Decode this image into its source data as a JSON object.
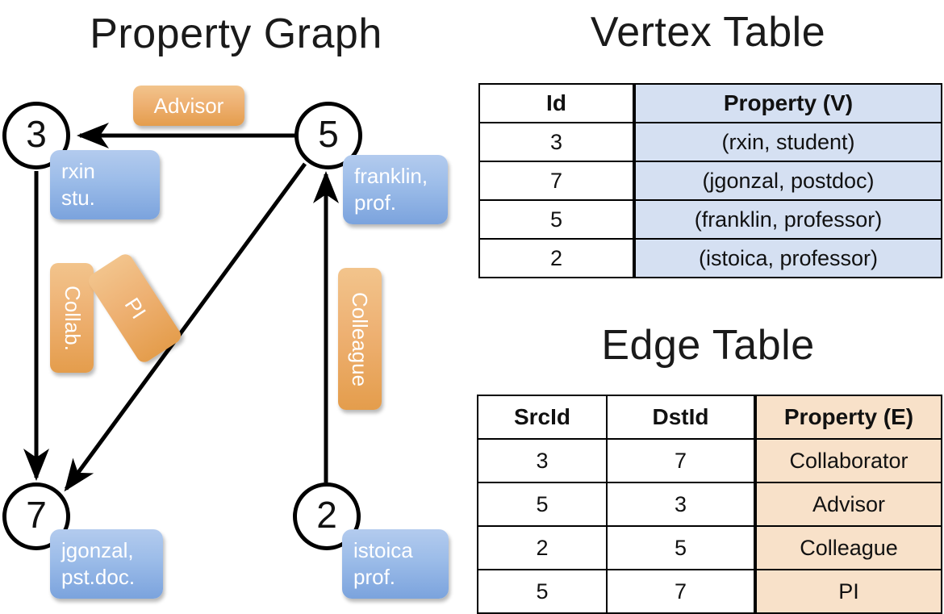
{
  "titles": {
    "graph": "Property Graph",
    "vertex_table": "Vertex Table",
    "edge_table": "Edge Table"
  },
  "colors": {
    "vertex_property_fill": "#d5e0f2",
    "edge_property_fill": "#f8e1c9",
    "callout_blue": "#9dbde9",
    "edge_label_orange": "#eeb173",
    "stroke": "#000000"
  },
  "graph": {
    "nodes": [
      {
        "id": "3",
        "property_line1": "rxin",
        "property_line2": "stu."
      },
      {
        "id": "5",
        "property_line1": "franklin,",
        "property_line2": "prof."
      },
      {
        "id": "7",
        "property_line1": "jgonzal,",
        "property_line2": "pst.doc."
      },
      {
        "id": "2",
        "property_line1": "istoica",
        "property_line2": "prof."
      }
    ],
    "edge_labels": [
      {
        "name": "advisor",
        "text": "Advisor"
      },
      {
        "name": "collab",
        "text": "Collab."
      },
      {
        "name": "pi",
        "text": "PI"
      },
      {
        "name": "colleague",
        "text": "Colleague"
      }
    ],
    "edges": [
      {
        "src": "5",
        "dst": "3",
        "label": "Advisor"
      },
      {
        "src": "3",
        "dst": "7",
        "label": "Collab."
      },
      {
        "src": "5",
        "dst": "7",
        "label": "PI"
      },
      {
        "src": "2",
        "dst": "5",
        "label": "Colleague"
      }
    ]
  },
  "vertex_table": {
    "headers": [
      "Id",
      "Property (V)"
    ],
    "rows": [
      {
        "id": "3",
        "property": "(rxin, student)"
      },
      {
        "id": "7",
        "property": "(jgonzal, postdoc)"
      },
      {
        "id": "5",
        "property": "(franklin, professor)"
      },
      {
        "id": "2",
        "property": "(istoica, professor)"
      }
    ]
  },
  "edge_table": {
    "headers": [
      "SrcId",
      "DstId",
      "Property (E)"
    ],
    "rows": [
      {
        "src": "3",
        "dst": "7",
        "property": "Collaborator"
      },
      {
        "src": "5",
        "dst": "3",
        "property": "Advisor"
      },
      {
        "src": "2",
        "dst": "5",
        "property": "Colleague"
      },
      {
        "src": "5",
        "dst": "7",
        "property": "PI"
      }
    ]
  }
}
